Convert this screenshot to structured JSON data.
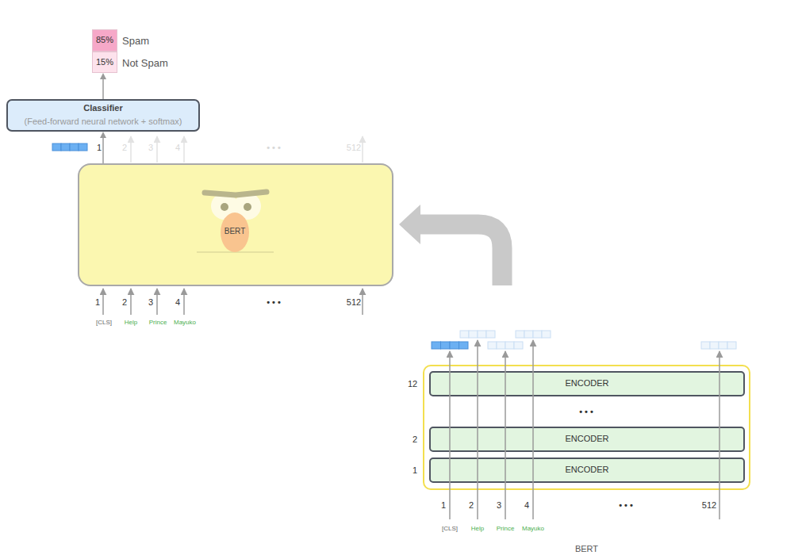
{
  "diagram": {
    "nodes": [
      {
        "text": [
          "85%"
        ]
      },
      {
        "text": [
          "15%"
        ]
      },
      {
        "text": [
          "Classifier",
          "(Feed-forward neural network + softmax)"
        ]
      },
      {
        "text": [
          "BERT"
        ]
      },
      {
        "text": [
          "BERT"
        ]
      },
      {
        "text": [
          "ENCODER"
        ],
        "in": 4
      },
      {
        "text": [
          "ENCODER"
        ],
        "in": 4
      },
      {
        "text": [
          "ENCODER"
        ],
        "in": 4
      }
    ],
    "edges": [
      {
        "from": 2,
        "to": 1,
        "arrow": "to"
      },
      {
        "from": 3,
        "to": 2,
        "arrow": "to"
      },
      {
        "from": 4,
        "to": 3,
        "arrow": "to"
      }
    ],
    "labels": [
      "Spam",
      "Not Spam",
      "1",
      "2",
      "3",
      "4",
      "• • •",
      "512",
      "1",
      "2",
      "3",
      "4",
      "• • •",
      "512",
      "[CLS]",
      "Help",
      "Prince",
      "Mayuko",
      "12",
      "• • •",
      "2",
      "1",
      "1",
      "2",
      "3",
      "4",
      "• • •",
      "512",
      "[CLS]",
      "Help",
      "Prince",
      "Mayuko"
    ]
  }
}
